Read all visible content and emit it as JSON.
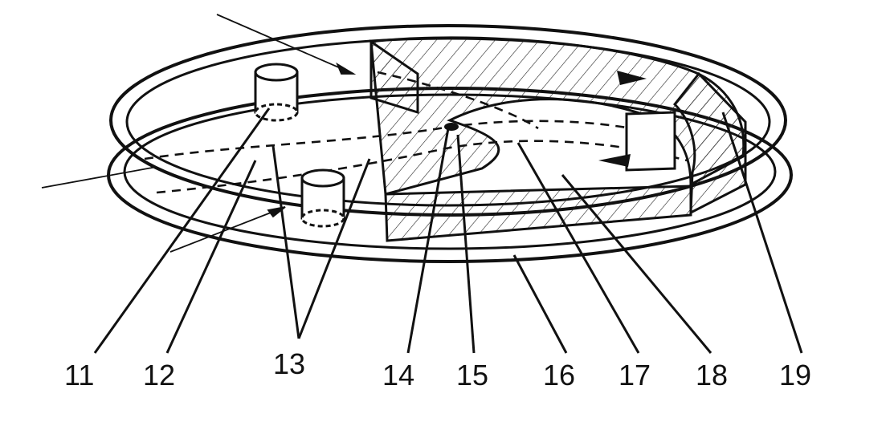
{
  "figure": {
    "background": "#ffffff",
    "ink_color": "#111111",
    "hatch_color": "#222222",
    "reference_numerals": [
      "11",
      "12",
      "13",
      "14",
      "15",
      "16",
      "17",
      "18",
      "19"
    ]
  }
}
